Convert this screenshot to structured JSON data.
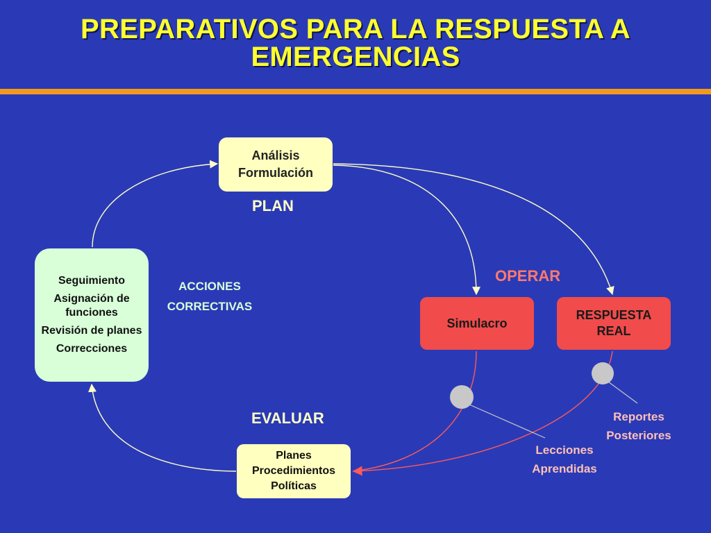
{
  "title": {
    "line1": "PREPARATIVOS PARA LA RESPUESTA A",
    "line2": "EMERGENCIAS"
  },
  "boxes": {
    "analysis": [
      "Análisis",
      "Formulación"
    ],
    "follow_up": [
      "Seguimiento",
      "Asignación de funciones",
      "Revisión de planes",
      "Correcciones"
    ],
    "drill": "Simulacro",
    "real_response": [
      "RESPUESTA",
      "REAL"
    ],
    "plans": [
      "Planes",
      "Procedimientos",
      "Políticas"
    ]
  },
  "labels": {
    "plan": "PLAN",
    "operate": "OPERAR",
    "corrective": [
      "ACCIONES",
      "CORRECTIVAS"
    ],
    "evaluate": "EVALUAR",
    "lessons": [
      "Lecciones",
      "Aprendidas"
    ],
    "reports": [
      "Reportes",
      "Posteriores"
    ]
  },
  "colors": {
    "background": "#2a3ab6",
    "title": "#ffff2e",
    "rule": "#f39a1e",
    "yellow_box": "#ffffbf",
    "green_box": "#d8ffd8",
    "red_box": "#f14b4b",
    "flow_line": "#ffffc8",
    "feedback_line": "#ff5a5a",
    "marker": "#c8c8c8"
  }
}
